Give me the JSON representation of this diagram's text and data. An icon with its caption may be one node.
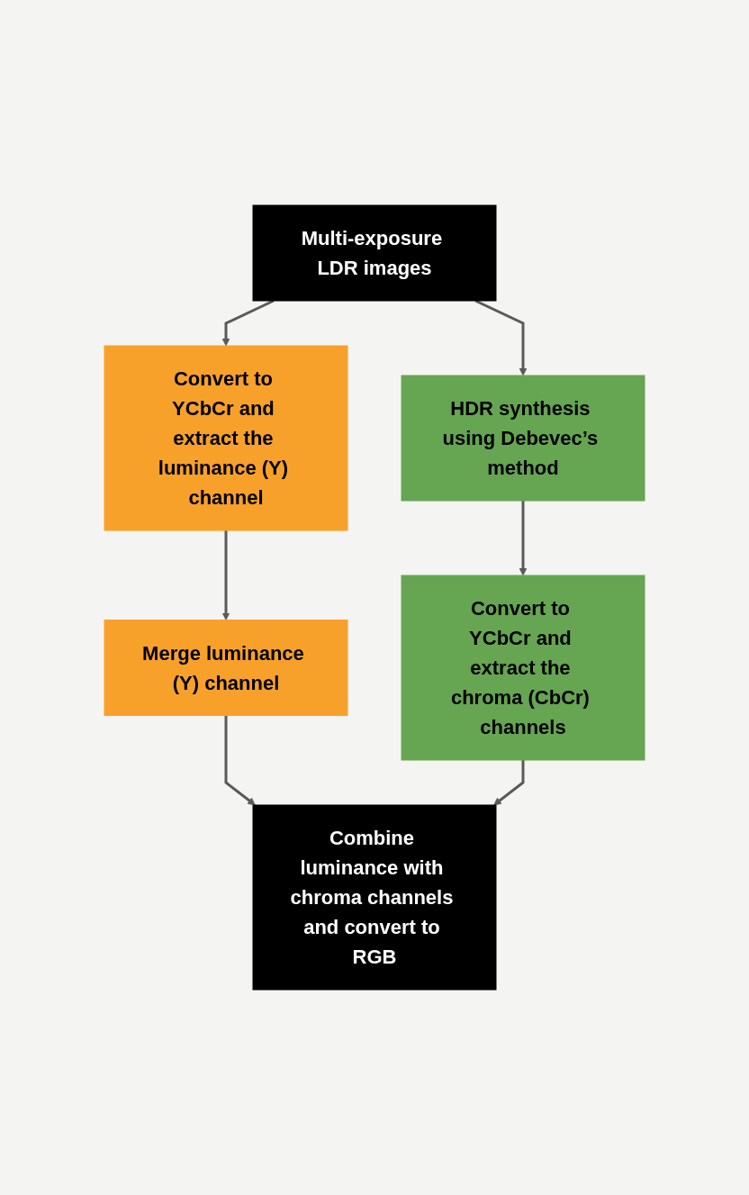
{
  "diagram": {
    "nodes": [
      {
        "text": [
          "Multi-exposure LDR images"
        ]
      },
      {
        "text": [
          "Convert to YCbCr and extract the luminance (Y) channel"
        ]
      },
      {
        "text": [
          "HDR synthesis using Debevec’s method"
        ]
      },
      {
        "text": [
          "Merge luminance (Y) channel"
        ]
      },
      {
        "text": [
          "Convert to YCbCr and extract the chroma (CbCr) channels"
        ]
      },
      {
        "text": [
          "Combine luminance with chroma channels and convert to RGB"
        ]
      }
    ],
    "edges": [
      {
        "from": 0,
        "to": 1,
        "arrow": "to"
      },
      {
        "from": 0,
        "to": 2,
        "arrow": "to"
      },
      {
        "from": 1,
        "to": 3,
        "arrow": "to"
      },
      {
        "from": 2,
        "to": 4,
        "arrow": "to"
      },
      {
        "from": 3,
        "to": 5,
        "arrow": "to"
      },
      {
        "from": 4,
        "to": 5,
        "arrow": "to"
      }
    ]
  }
}
